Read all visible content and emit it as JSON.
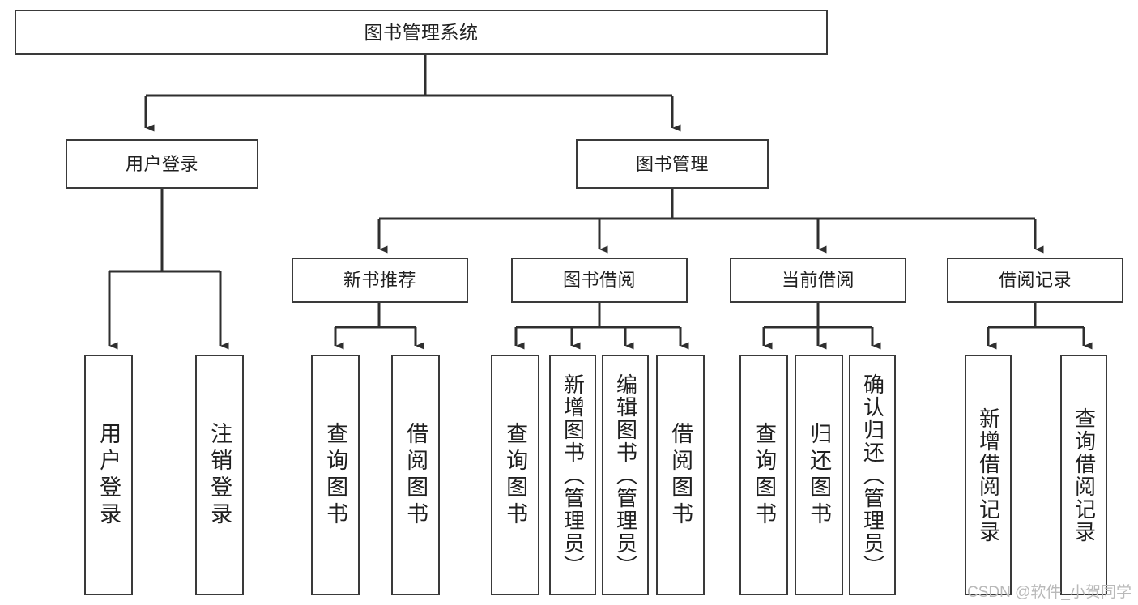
{
  "diagram": {
    "type": "tree-hierarchy",
    "title": "图书管理系统",
    "root": {
      "label": "图书管理系统"
    },
    "level1": [
      {
        "label": "用户登录"
      },
      {
        "label": "图书管理"
      }
    ],
    "level2": [
      {
        "label": "新书推荐"
      },
      {
        "label": "图书借阅"
      },
      {
        "label": "当前借阅"
      },
      {
        "label": "借阅记录"
      }
    ],
    "leaves": {
      "user_login": [
        {
          "label": "用户登录"
        },
        {
          "label": "注销登录"
        }
      ],
      "new_book_recommend": [
        {
          "label": "查询图书"
        },
        {
          "label": "借阅图书"
        }
      ],
      "book_borrow": [
        {
          "label": "查询图书"
        },
        {
          "label": "新增图书（管理员）"
        },
        {
          "label": "编辑图书（管理员）"
        },
        {
          "label": "借阅图书"
        }
      ],
      "current_borrow": [
        {
          "label": "查询图书"
        },
        {
          "label": "归还图书"
        },
        {
          "label": "确认归还（管理员）"
        }
      ],
      "borrow_record": [
        {
          "label": "新增借阅记录"
        },
        {
          "label": "查询借阅记录"
        }
      ]
    }
  },
  "watermark": {
    "text": "CSDN @软件_小贺同学"
  },
  "colors": {
    "border": "#3a3a3a",
    "text": "#1f1f1f",
    "background": "#ffffff",
    "watermark": "#b9b9b9"
  }
}
